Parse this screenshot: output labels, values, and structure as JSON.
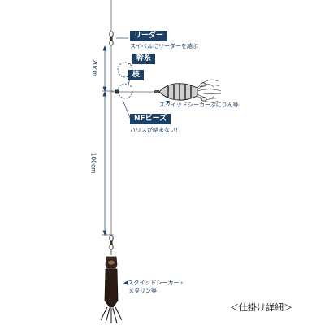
{
  "labels": {
    "leader": "リーダー",
    "leader_note": "スイベルにリーダーを結ぶ",
    "mainline": "幹糸",
    "branch": "枝",
    "squid_note_upper": "スクイッドシーカーぷにりん等",
    "nf_beads": "NFビーズ",
    "nf_note": "ハリスが絡まない!",
    "squid_note_lower_1": "◀スクイッドシーカー・",
    "squid_note_lower_2": "メタリン等",
    "dim_upper": "20cm",
    "dim_lower": "100cm"
  },
  "title": "＜仕掛け詳細＞",
  "colors": {
    "navy": "#1c3f63",
    "line": "#555555",
    "lure_dark": "#2a1a14"
  }
}
